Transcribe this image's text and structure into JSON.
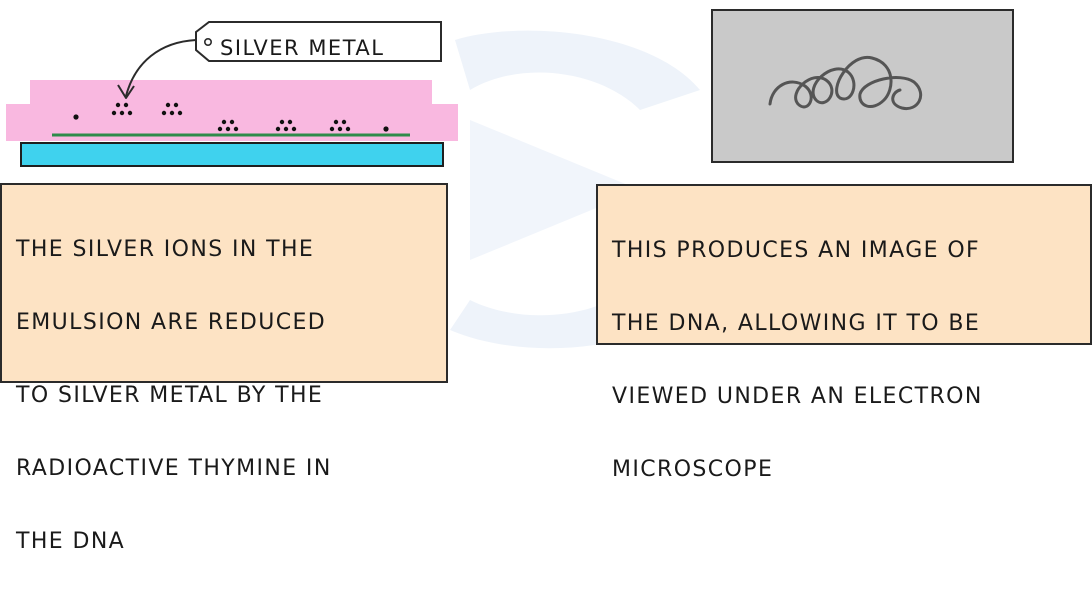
{
  "diagram": {
    "tag_label": "SILVER METAL",
    "left_caption": [
      "THE SILVER IONS IN THE",
      "EMULSION ARE REDUCED",
      "TO SILVER METAL BY THE",
      "RADIOACTIVE THYMINE IN",
      "THE DNA"
    ],
    "right_caption": [
      "THIS PRODUCES AN IMAGE OF",
      "THE DNA, ALLOWING IT TO BE",
      "VIEWED UNDER AN ELECTRON",
      "MICROSCOPE"
    ],
    "colors": {
      "emulsion": "#f9b8e0",
      "slide": "#3fd2ee",
      "dna_strand": "#2e8b4a",
      "silver_grains": "#111111",
      "micrograph": "#c9c9c9",
      "caption_fill": "#fde3c4",
      "watermark": "#e6eef8"
    },
    "icons": [
      "arrow-pointer-icon",
      "tag-hole-icon",
      "dna-strand-icon"
    ]
  }
}
